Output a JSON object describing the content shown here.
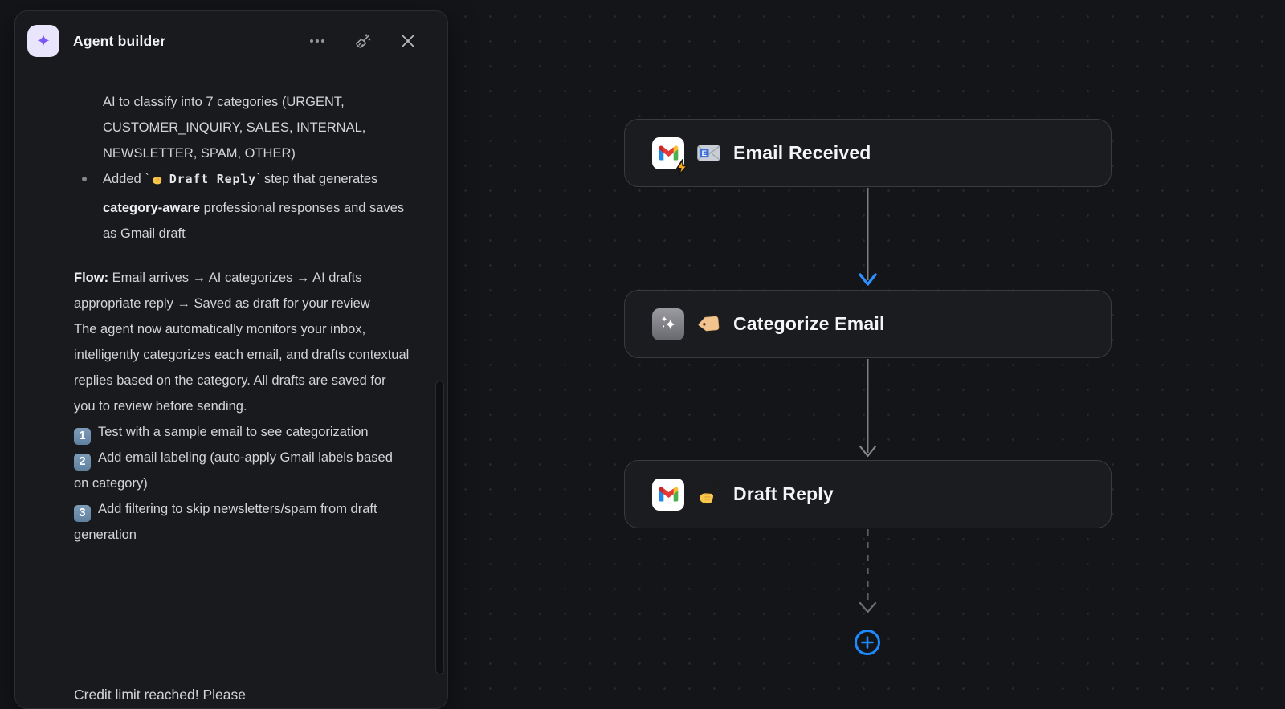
{
  "panel": {
    "title": "Agent builder",
    "header_icons": {
      "agent": "sparkle-star",
      "more_options": "ellipsis",
      "clean_chat": "broom-with-sparkles",
      "close": "x"
    },
    "chat": {
      "bullet_continuation": "AI to classify into 7 categories (URGENT, CUSTOMER_INQUIRY, SALES, INTERNAL, NEWSLETTER, SPAM, OTHER)",
      "bullet_added": {
        "prefix": "Added `",
        "emoji": "writing-hand",
        "code": "Draft Reply",
        "mid": "` step that generates ",
        "bold": "category-aware",
        "suffix": " professional responses and saves as Gmail draft"
      },
      "flow": {
        "bold": "Flow:",
        "text": " Email arrives → AI categorizes → AI drafts appropriate reply → Saved as draft for your review"
      },
      "monitor": "The agent now automatically monitors your inbox, intelligently categorizes each email, and drafts contextual replies based on the category. All drafts are saved for you to review before sending.",
      "steps": [
        {
          "num": "1",
          "text": "Test with a sample email to see categorization"
        },
        {
          "num": "2",
          "text": "Add email labeling (auto-apply Gmail labels based on category)"
        },
        {
          "num": "3",
          "text": "Add filtering to skip newsletters/spam from draft generation"
        }
      ],
      "footer_partial": "Credit limit reached! Please"
    }
  },
  "canvas": {
    "nodes": [
      {
        "label": "Email Received",
        "app_icon": "gmail-with-lightning",
        "emoji": "email-symbol"
      },
      {
        "label": "Categorize Email",
        "app_icon": "ai-sparkles",
        "emoji": "label-tag"
      },
      {
        "label": "Draft Reply",
        "app_icon": "gmail",
        "emoji": "writing-hand"
      }
    ],
    "add_button_glyph": "+",
    "colors": {
      "edge_gray": "#7c7d81",
      "edge_blue": "#2e8fff",
      "add_blue": "#1b8bff",
      "node_bg": "#1b1c1f",
      "node_border": "#3a3b40",
      "panel_bg": "#191a1d",
      "canvas_bg": "#141518",
      "agent_icon_bg": "#e9e5fc",
      "agent_icon_star": "#7a58f5",
      "keycap_blue": "#6f94b0"
    }
  }
}
